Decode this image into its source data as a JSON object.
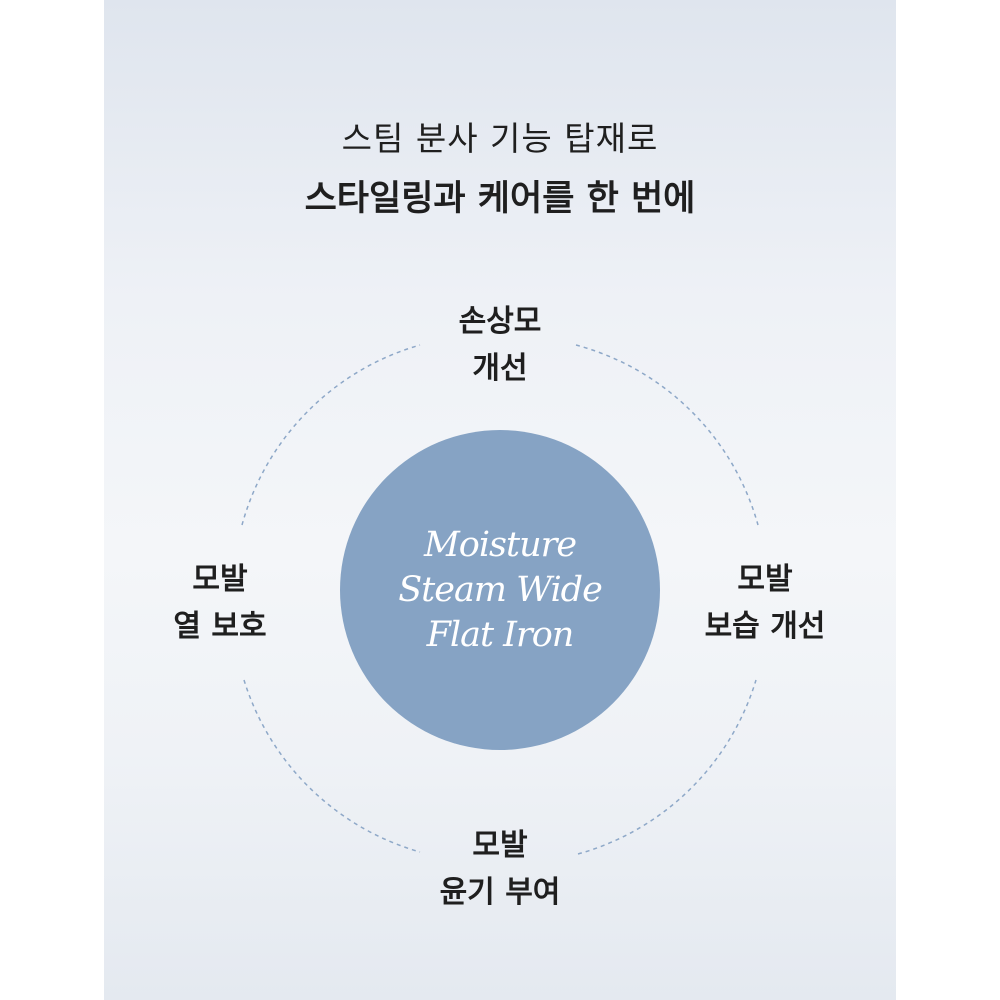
{
  "headline": {
    "line1": "스팀 분사 기능 탑재로",
    "line2": "스타일링과 케어를 한 번에"
  },
  "center": {
    "lines": [
      "Moisture",
      "Steam Wide",
      "Flat Iron"
    ],
    "color": "#86a3c4"
  },
  "benefits": {
    "top": [
      "손상모",
      "개선"
    ],
    "left": [
      "모발",
      "열 보호"
    ],
    "right": [
      "모발",
      "보습 개선"
    ],
    "bottom": [
      "모발",
      "윤기 부여"
    ]
  },
  "colors": {
    "ring": "#8ea8c8",
    "text": "#1f1f1f"
  }
}
